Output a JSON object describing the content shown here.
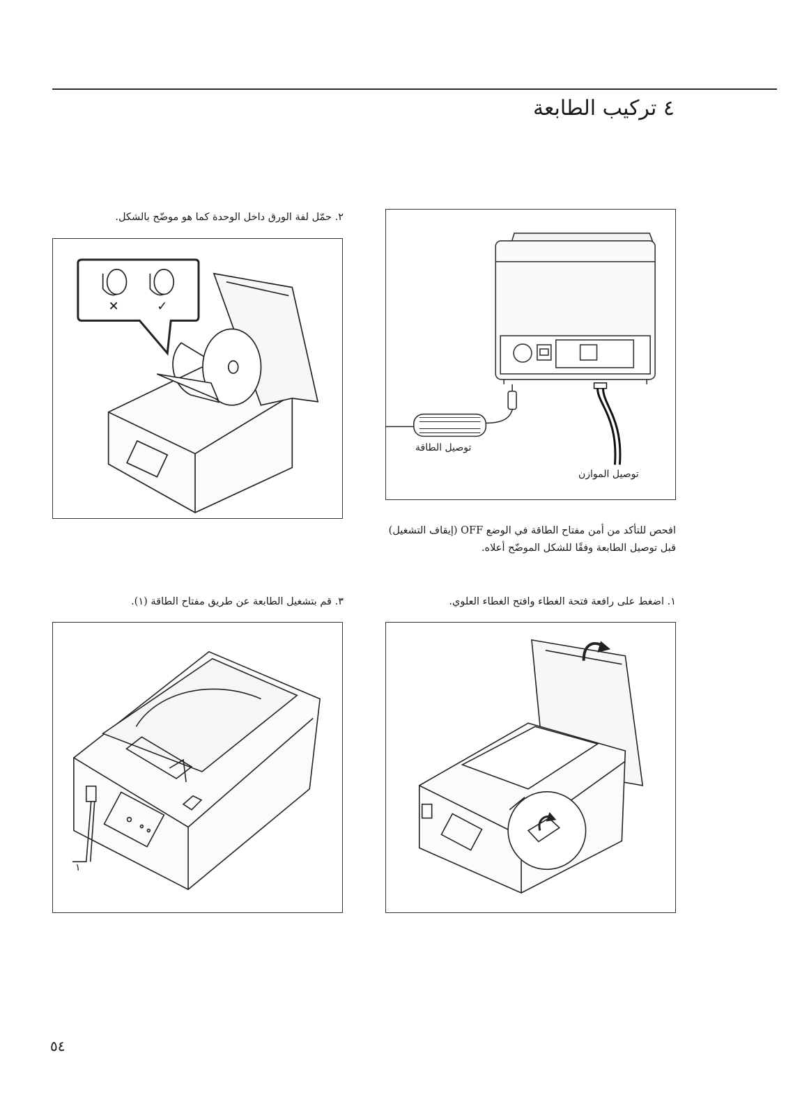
{
  "header": {
    "title": "٤  تركيب الطابعة"
  },
  "steps": {
    "power": {
      "label_power_supply": "توصيل الطاقة",
      "label_interface": "توصيل الموازن",
      "caption_line1": "افحص للتأكد من أمن مفتاح الطاقة في الوضع OFF (إيقاف التشغيل)",
      "caption_line2": "قبل توصيل الطابعة وفقًا للشكل الموضّح أعلاه."
    },
    "step2": {
      "caption": "٢.  حمّل لفة الورق داخل الوحدة كما هو موضّح بالشكل."
    },
    "step1": {
      "caption": "١.  اضغط على رافعة فتحة الغطاء وافتح الغطاء العلوي."
    },
    "step3": {
      "caption": "٣.  قم بتشغيل الطابعة عن طريق مفتاح الطاقة (١).",
      "callout_number": "١"
    }
  },
  "footer": {
    "page_number": "٥٤"
  }
}
